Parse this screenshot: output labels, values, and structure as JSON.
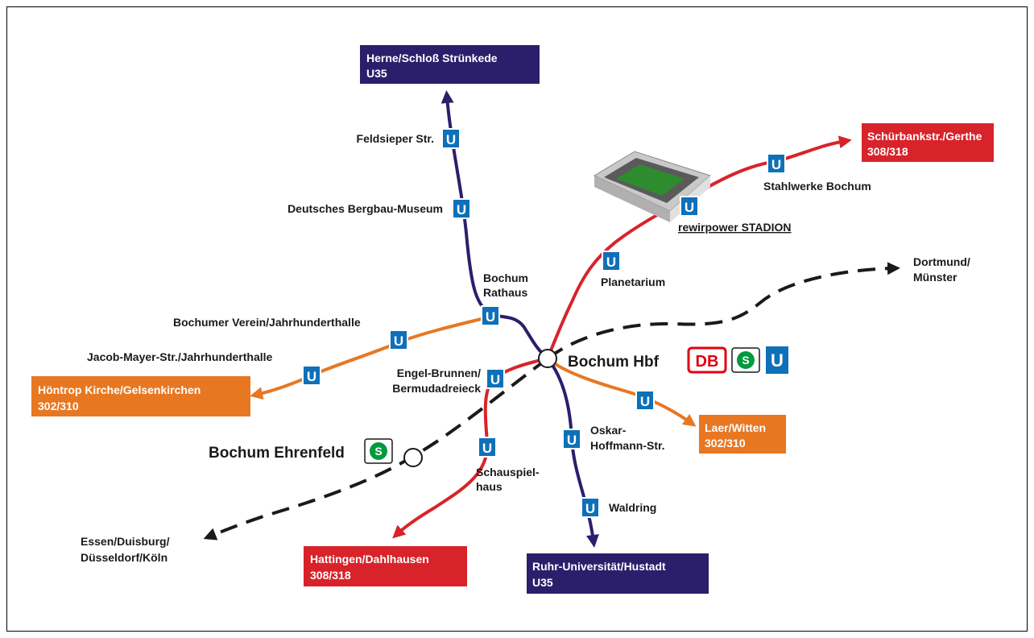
{
  "colors": {
    "u35": "#2b1f6b",
    "red": "#d8232a",
    "orange": "#e87722",
    "ubahn": "#0e70b8",
    "rail": "#1a1a1a"
  },
  "icons": {
    "ubahn": "U",
    "sbahn": "S",
    "db": "DB"
  },
  "destinations": {
    "herne": {
      "line1": "Herne/Schloß Strünkede",
      "line2": "U35"
    },
    "gerthe": {
      "line1": "Schürbankstr./Gerthe",
      "line2": "308/318"
    },
    "hoentrop": {
      "line1": "Höntrop Kirche/Gelsenkirchen",
      "line2": "302/310"
    },
    "witten": {
      "line1": "Laer/Witten",
      "line2": "302/310"
    },
    "dahlhausen": {
      "line1": "Hattingen/Dahlhausen",
      "line2": "308/318"
    },
    "hustadt": {
      "line1": "Ruhr-Universität/Hustadt",
      "line2": "U35"
    }
  },
  "stations": {
    "feldsieper": "Feldsieper Str.",
    "bergbau": "Deutsches Bergbau-Museum",
    "rathaus1": "Bochum",
    "rathaus2": "Rathaus",
    "verein": "Bochumer Verein/Jahrhunderthalle",
    "jacob": "Jacob-Mayer-Str./Jahrhunderthalle",
    "engel1": "Engel-Brunnen/",
    "engel2": "Bermudadreieck",
    "schau1": "Schauspiel-",
    "schau2": "haus",
    "oskar1": "Oskar-",
    "oskar2": "Hoffmann-Str.",
    "waldring": "Waldring",
    "planetarium": "Planetarium",
    "stadion": "rewirpower STADION",
    "stahlwerke": "Stahlwerke Bochum",
    "hbf": "Bochum Hbf",
    "ehrenfeld": "Bochum Ehrenfeld"
  },
  "rail": {
    "dortmund1": "Dortmund/",
    "dortmund2": "Münster",
    "essen1": "Essen/Duisburg/",
    "essen2": "Düsseldorf/Köln"
  }
}
